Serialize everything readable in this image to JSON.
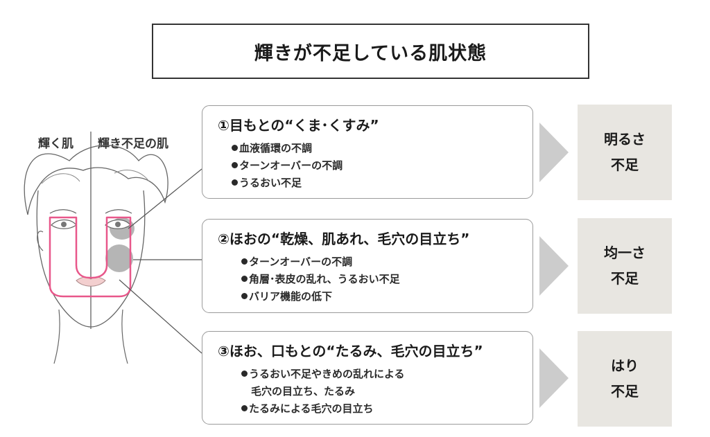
{
  "title": "輝きが不足している肌状態",
  "face": {
    "left_label": "輝く肌",
    "right_label": "輝き不足の肌"
  },
  "causes": [
    {
      "title": "①目もとの“くま･くすみ”",
      "items": [
        "血液循環の不調",
        "ターンオーバーの不調",
        "うるおい不足"
      ]
    },
    {
      "title": "②ほおの“乾燥、肌あれ、毛穴の目立ち”",
      "items": [
        "ターンオーバーの不調",
        "角層･表皮の乱れ、うるおい不足",
        "バリア機能の低下"
      ]
    },
    {
      "title": "③ほお、口もとの“たるみ、毛穴の目立ち”",
      "items": [
        "うるおい不足やきめの乱れによる",
        "毛穴の目立ち、たるみ",
        "たるみによる毛穴の目立ち"
      ]
    }
  ],
  "results": [
    {
      "line1": "明るさ",
      "line2": "不足"
    },
    {
      "line1": "均一さ",
      "line2": "不足"
    },
    {
      "line1": "はり",
      "line2": "不足"
    }
  ],
  "colors": {
    "highlight": "#e8578a",
    "result_bg": "#e8e6e1",
    "arrow": "#cccccc",
    "spot": "#b5b5b5"
  }
}
